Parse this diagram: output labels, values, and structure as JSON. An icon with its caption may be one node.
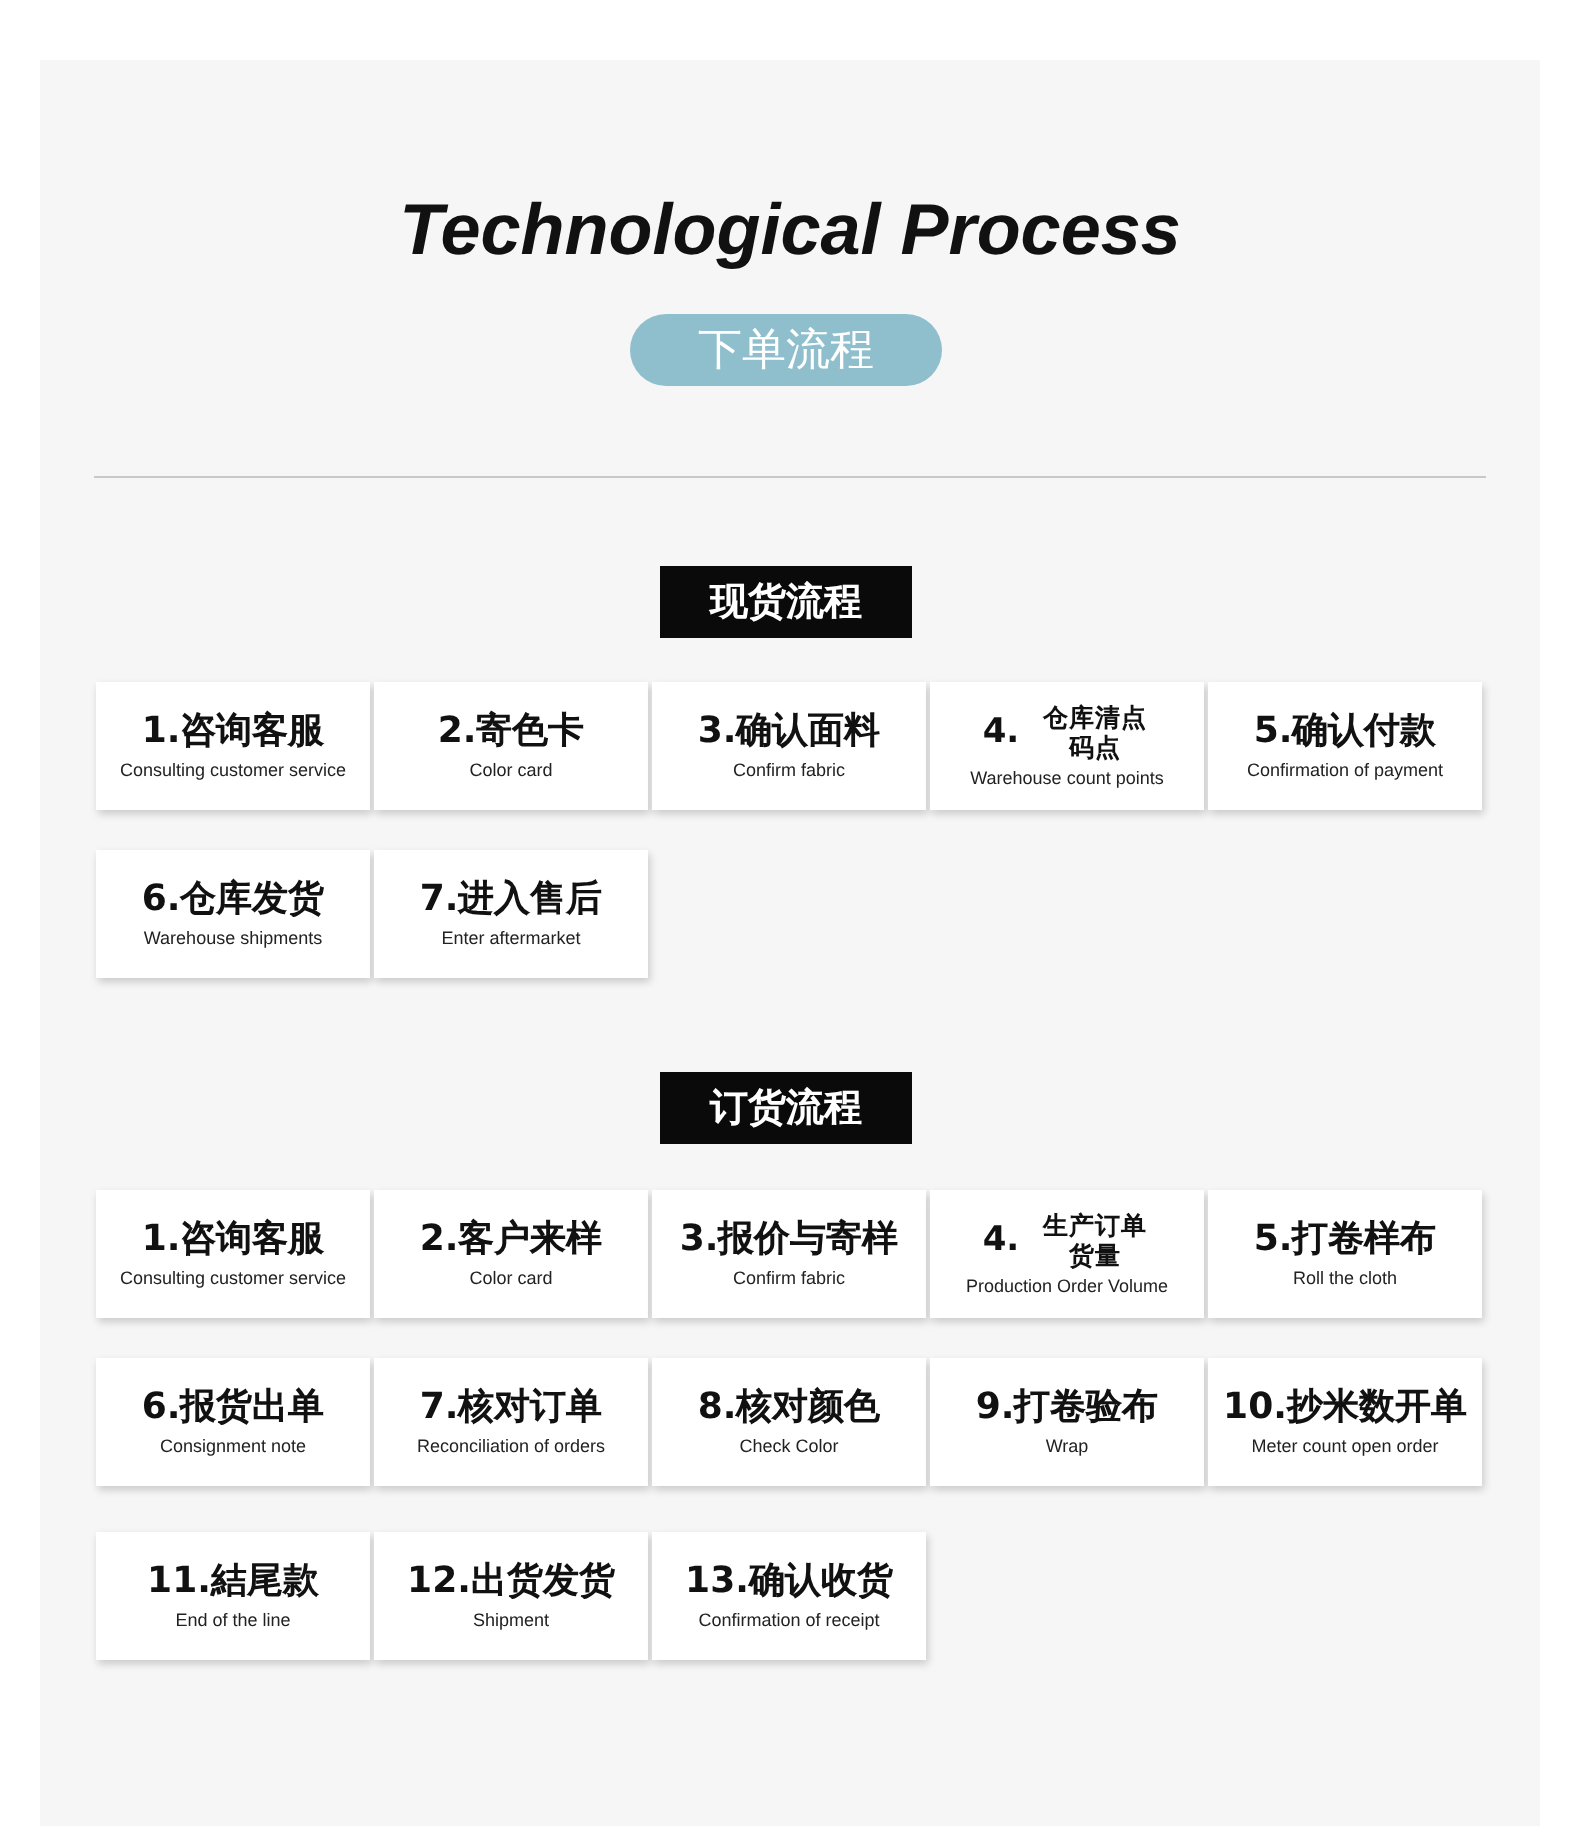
{
  "diagram": {
    "title": "Technological Process",
    "nodes": [
      {
        "text": [
          "下单流程"
        ]
      },
      {
        "text": [
          "现货流程"
        ]
      },
      {
        "text": [
          "1.咨询客服",
          "Consulting customer service"
        ]
      },
      {
        "text": [
          "2.寄色卡",
          "Color card"
        ]
      },
      {
        "text": [
          "3.确认面料",
          "Confirm fabric"
        ]
      },
      {
        "text": [
          "4.",
          "仓库清点码点",
          "Warehouse count points"
        ]
      },
      {
        "text": [
          "5.确认付款",
          "Confirmation of payment"
        ]
      },
      {
        "text": [
          "6.仓库发货",
          "Warehouse shipments"
        ]
      },
      {
        "text": [
          "7.进入售后",
          "Enter aftermarket"
        ]
      },
      {
        "text": [
          "订货流程"
        ]
      },
      {
        "text": [
          "1.咨询客服",
          "Consulting customer service"
        ]
      },
      {
        "text": [
          "2.客户来样",
          "Color card"
        ]
      },
      {
        "text": [
          "3.报价与寄样",
          "Confirm fabric"
        ]
      },
      {
        "text": [
          "4.",
          "生产订单货量",
          "Production Order Volume"
        ]
      },
      {
        "text": [
          "5.打卷样布",
          "Roll the cloth"
        ]
      },
      {
        "text": [
          "6.报货出单",
          "Consignment note"
        ]
      },
      {
        "text": [
          "7.核对订单",
          "Reconciliation of orders"
        ]
      },
      {
        "text": [
          "8.核对颜色",
          "Check Color"
        ]
      },
      {
        "text": [
          "9.打卷验布",
          "Wrap"
        ]
      },
      {
        "text": [
          "10.抄米数开单",
          "Meter count open order"
        ]
      },
      {
        "text": [
          "11.結尾款",
          "End of the line"
        ]
      },
      {
        "text": [
          "12.出货发货",
          "Shipment"
        ]
      },
      {
        "text": [
          "13.确认收货",
          "Confirmation of receipt"
        ]
      }
    ],
    "edges": []
  }
}
